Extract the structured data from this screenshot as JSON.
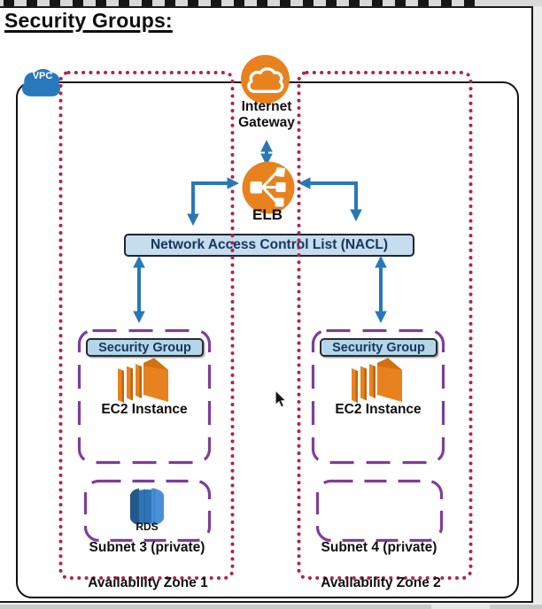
{
  "page": {
    "title": "Security Groups:"
  },
  "diagram": {
    "vpc_label": "VPC",
    "internet_gateway": {
      "label": "Internet Gateway"
    },
    "elb": {
      "label": "ELB"
    },
    "nacl": {
      "label": "Network Access Control List (NACL)"
    },
    "zones": [
      {
        "label": "Availability Zone 1",
        "security_group": {
          "label": "Security Group",
          "instance_label": "EC2 Instance"
        },
        "subnet": {
          "label": "Subnet 3 (private)",
          "database_label": "RDS"
        }
      },
      {
        "label": "Availability Zone 2",
        "security_group": {
          "label": "Security Group",
          "instance_label": "EC2 Instance"
        },
        "subnet": {
          "label": "Subnet 4 (private)"
        }
      }
    ],
    "icons": {
      "vpc": "vpc-cloud-icon",
      "internet_gateway": "cloud-icon",
      "elb": "load-balancer-icon",
      "ec2": "ec2-instance-icon",
      "rds": "rds-database-icon",
      "cursor": "mouse-cursor-icon"
    },
    "colors": {
      "aws_orange": "#e8821f",
      "aws_orange_dark": "#c1650f",
      "arrow_blue": "#2878b8",
      "az_dotted_red": "#b2254b",
      "subnet_purple": "#7d3e98",
      "nacl_fill": "#c5dded",
      "security_group_fill": "#b3d6ea",
      "label_navy": "#17365d",
      "vpc_cloud_blue": "#2878be",
      "rds_blue": "#2e75b6"
    }
  }
}
